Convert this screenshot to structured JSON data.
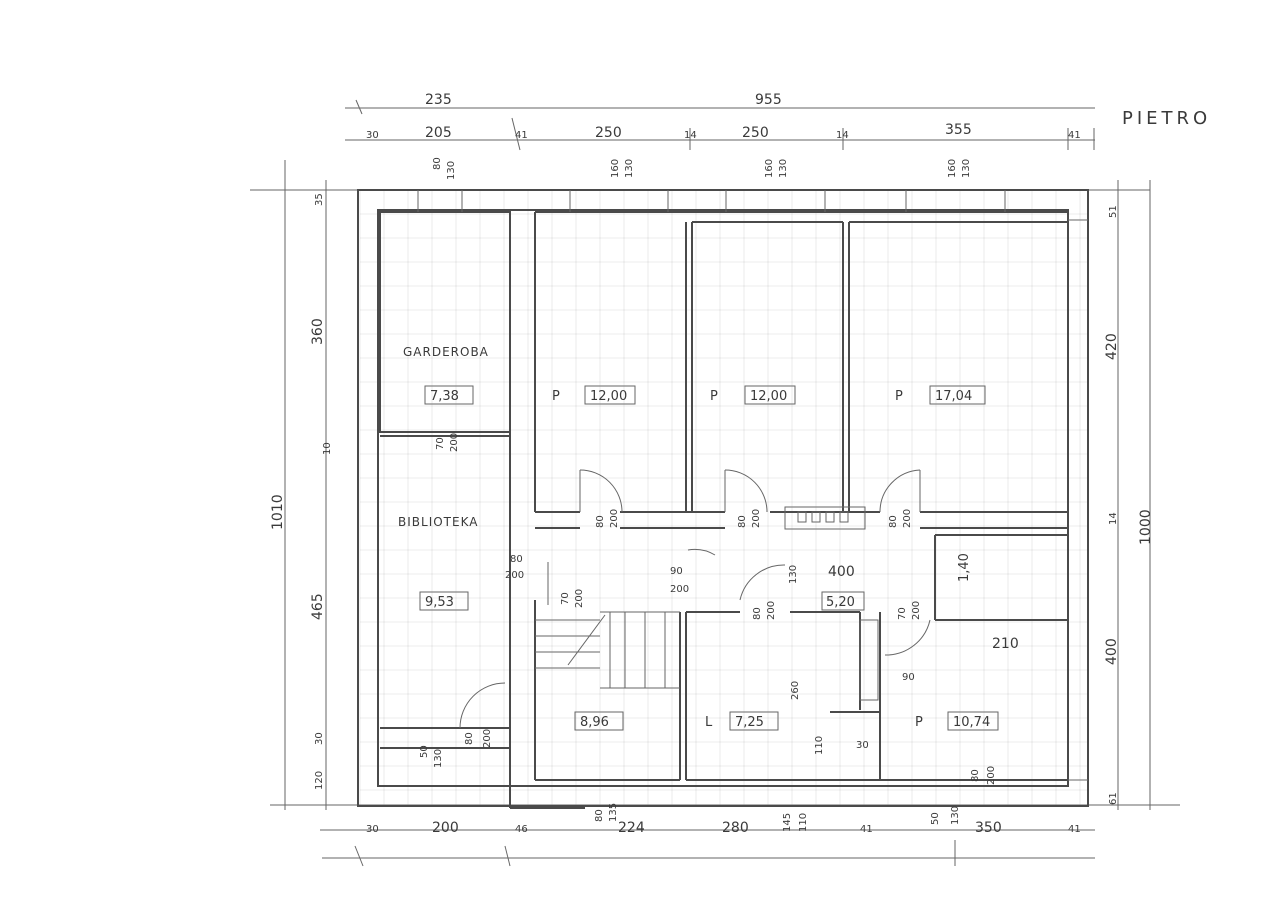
{
  "sheet_title": "PIETRO",
  "dimensions_top_row1": [
    "235",
    "955"
  ],
  "dimensions_top_row2": [
    "30",
    "205",
    "41",
    "250",
    "14",
    "250",
    "14",
    "355",
    "41"
  ],
  "window_marks_top": [
    {
      "a": "80",
      "b": "130"
    },
    {
      "a": "160",
      "b": "130"
    },
    {
      "a": "160",
      "b": "130"
    },
    {
      "a": "160",
      "b": "130"
    }
  ],
  "dimensions_left": [
    "35",
    "360",
    "10",
    "465",
    "30",
    "120"
  ],
  "overall_left": "1010",
  "dimensions_right": [
    "51",
    "420",
    "14",
    "400",
    "61"
  ],
  "overall_right": "1000",
  "dimensions_bottom": [
    "30",
    "200",
    "46",
    "224",
    "280",
    "145",
    "110",
    "41",
    "350",
    "41"
  ],
  "rooms": [
    {
      "id": "garderoba",
      "name": "GARDEROBA",
      "area": "7,38"
    },
    {
      "id": "biblioteka",
      "name": "BIBLIOTEKA",
      "area": "9,53"
    },
    {
      "id": "pokoj1",
      "marker": "P",
      "area": "12,00"
    },
    {
      "id": "pokoj2",
      "marker": "P",
      "area": "12,00"
    },
    {
      "id": "pokoj3",
      "marker": "P",
      "area": "17,04"
    },
    {
      "id": "schody",
      "area": "8,96"
    },
    {
      "id": "lazienka",
      "marker": "L",
      "area": "7,25"
    },
    {
      "id": "korytarz",
      "area": "5,20"
    },
    {
      "id": "maly",
      "area": "1,40"
    },
    {
      "id": "pokoj4",
      "marker": "P",
      "area": "10,74"
    }
  ],
  "door_marks": [
    {
      "a": "70",
      "b": "200"
    },
    {
      "a": "80",
      "b": "200"
    },
    {
      "a": "80",
      "b": "200"
    },
    {
      "a": "80",
      "b": "200"
    },
    {
      "a": "80",
      "b": "200"
    },
    {
      "a": "70",
      "b": "200"
    },
    {
      "a": "90",
      "b": "200"
    },
    {
      "a": "80",
      "b": "200"
    },
    {
      "a": "70",
      "b": "200"
    },
    {
      "a": "80",
      "b": "200"
    },
    {
      "a": "80",
      "b": "200"
    }
  ],
  "misc_labels": [
    "400",
    "130",
    "210",
    "90",
    "260",
    "110",
    "30",
    "50",
    "130",
    "80",
    "135",
    "50",
    "130"
  ]
}
